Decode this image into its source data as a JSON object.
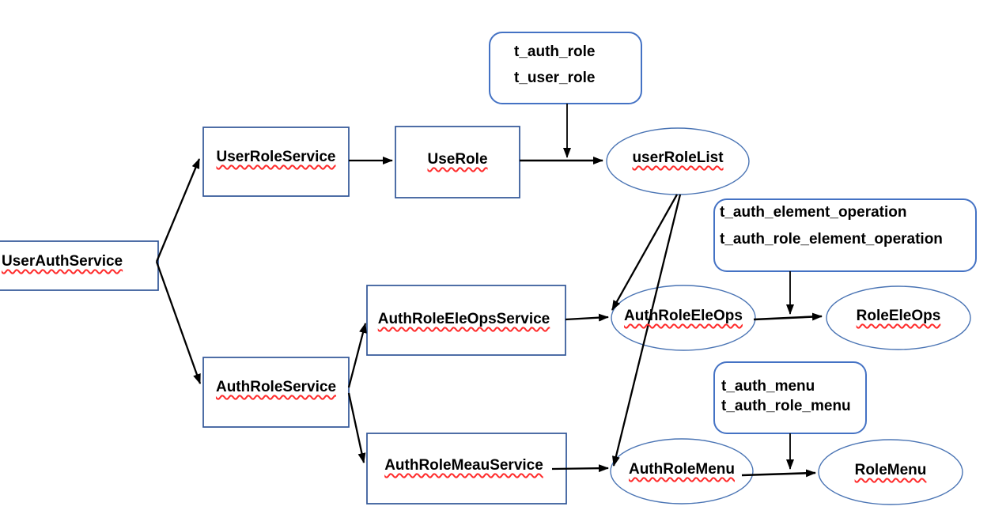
{
  "diagram": {
    "type": "service-flowchart",
    "nodes": {
      "user_auth_service": {
        "label": "UserAuthService",
        "shape": "rectangle"
      },
      "user_role_service": {
        "label": "UserRoleService",
        "shape": "rectangle"
      },
      "use_role": {
        "label": "UseRole",
        "shape": "rectangle"
      },
      "auth_role_service": {
        "label": "AuthRoleService",
        "shape": "rectangle"
      },
      "auth_role_ele_ops_service": {
        "label": "AuthRoleEleOpsService",
        "shape": "rectangle"
      },
      "auth_role_meau_service": {
        "label": "AuthRoleMeauService",
        "shape": "rectangle"
      },
      "user_role_list": {
        "label": "userRoleList",
        "shape": "ellipse"
      },
      "auth_role_ele_ops": {
        "label": "AuthRoleEleOps",
        "shape": "ellipse"
      },
      "role_ele_ops": {
        "label": "RoleEleOps",
        "shape": "ellipse"
      },
      "auth_role_menu": {
        "label": "AuthRoleMenu",
        "shape": "ellipse"
      },
      "role_menu": {
        "label": "RoleMenu",
        "shape": "ellipse"
      }
    },
    "tables": {
      "user_role": {
        "lines": [
          "t_auth_role",
          "t_user_role"
        ]
      },
      "element_operation": {
        "lines": [
          "t_auth_element_operation",
          "t_auth_role_element_operation"
        ]
      },
      "menu": {
        "lines": [
          "t_auth_menu",
          "t_auth_role_menu"
        ]
      }
    },
    "edges": [
      {
        "from": "UserAuthService",
        "to": "UserRoleService"
      },
      {
        "from": "UserAuthService",
        "to": "AuthRoleService"
      },
      {
        "from": "UserRoleService",
        "to": "UseRole"
      },
      {
        "from": "UseRole",
        "to": "userRoleList"
      },
      {
        "from": "t_auth_role / t_user_role tables",
        "to": "UseRole→userRoleList connector"
      },
      {
        "from": "userRoleList",
        "to": "AuthRoleEleOps"
      },
      {
        "from": "userRoleList",
        "to": "AuthRoleMenu"
      },
      {
        "from": "AuthRoleService",
        "to": "AuthRoleEleOpsService"
      },
      {
        "from": "AuthRoleService",
        "to": "AuthRoleMeauService"
      },
      {
        "from": "AuthRoleEleOpsService",
        "to": "AuthRoleEleOps"
      },
      {
        "from": "AuthRoleEleOps",
        "to": "RoleEleOps"
      },
      {
        "from": "t_auth_element_operation / t_auth_role_element_operation tables",
        "to": "AuthRoleEleOps→RoleEleOps connector"
      },
      {
        "from": "AuthRoleMeauService",
        "to": "AuthRoleMenu"
      },
      {
        "from": "AuthRoleMenu",
        "to": "RoleMenu"
      },
      {
        "from": "t_auth_menu / t_auth_role_menu tables",
        "to": "AuthRoleMenu→RoleMenu connector"
      }
    ],
    "colors": {
      "background": "#ffffff",
      "rectangle_border": "#2f5496",
      "rounded_table_border": "#4472c4",
      "ellipse_border": "#4a74b4",
      "arrow": "#000000",
      "text": "#000000",
      "spellcheck_squiggle": "#ff2b2b"
    }
  }
}
